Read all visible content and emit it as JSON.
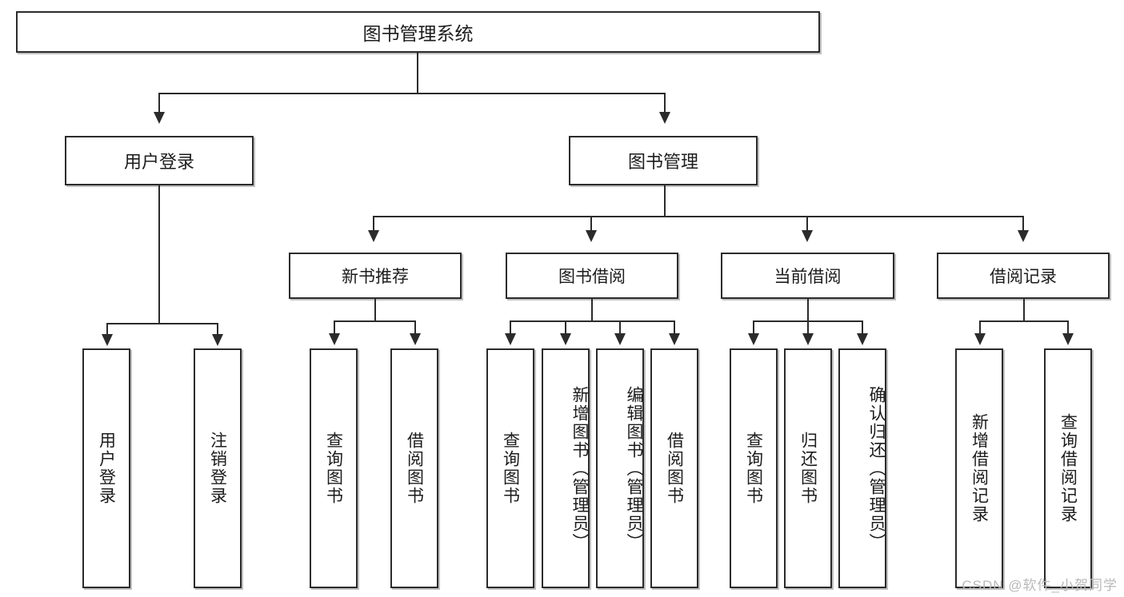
{
  "diagram": {
    "type": "hierarchy-tree",
    "title": "图书管理系统",
    "watermark": "CSDN @软件_小贺同学",
    "colors": {
      "box_border": "#2b2b2b",
      "box_fill": "#ffffff",
      "connector": "#2b2b2b",
      "text": "#1c1c1c",
      "watermark": "#b9b9b9"
    },
    "nodes": {
      "root": {
        "label": "图书管理系统"
      },
      "level1": [
        {
          "id": "user-login",
          "label": "用户登录"
        },
        {
          "id": "book-manage",
          "label": "图书管理"
        }
      ],
      "level2": [
        {
          "id": "new-book-recommend",
          "label": "新书推荐"
        },
        {
          "id": "book-borrow",
          "label": "图书借阅"
        },
        {
          "id": "current-borrow",
          "label": "当前借阅"
        },
        {
          "id": "borrow-record",
          "label": "借阅记录"
        }
      ],
      "leaves": {
        "user_login": [
          {
            "id": "leaf-user-login",
            "label": "用户登录"
          },
          {
            "id": "leaf-logout",
            "label": "注销登录"
          }
        ],
        "new_book_recommend": [
          {
            "id": "leaf-query-book-1",
            "label": "查询图书"
          },
          {
            "id": "leaf-borrow-book-1",
            "label": "借阅图书"
          }
        ],
        "book_borrow": [
          {
            "id": "leaf-query-book-2",
            "label": "查询图书"
          },
          {
            "id": "leaf-add-book",
            "label": "新增图书（管理员）"
          },
          {
            "id": "leaf-edit-book",
            "label": "编辑图书（管理员）"
          },
          {
            "id": "leaf-borrow-book-2",
            "label": "借阅图书"
          }
        ],
        "current_borrow": [
          {
            "id": "leaf-query-book-3",
            "label": "查询图书"
          },
          {
            "id": "leaf-return-book",
            "label": "归还图书"
          },
          {
            "id": "leaf-confirm-return",
            "label": "确认归还（管理员）"
          }
        ],
        "borrow_record": [
          {
            "id": "leaf-add-record",
            "label": "新增借阅记录"
          },
          {
            "id": "leaf-query-record",
            "label": "查询借阅记录"
          }
        ]
      }
    }
  }
}
